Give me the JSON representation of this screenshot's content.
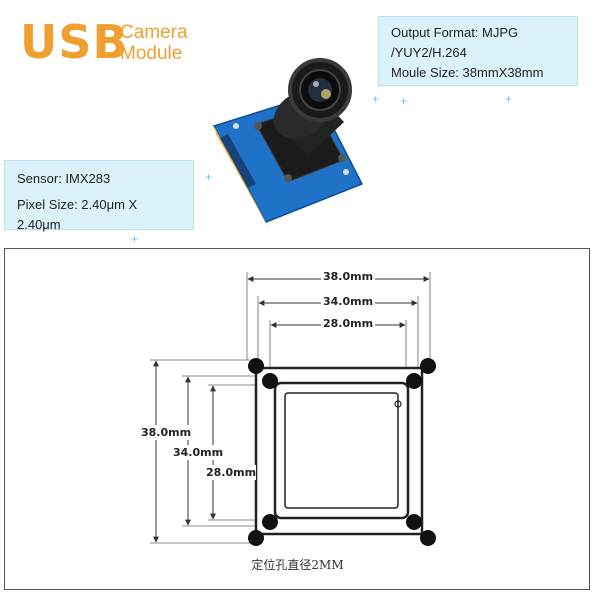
{
  "header": {
    "logo_main": "USB",
    "logo_sub_line1": "Camera",
    "logo_sub_line2": "Module"
  },
  "specs_right": {
    "line1": "Output Format: MJPG",
    "line2": "/YUY2/H.264",
    "line3": "Moule Size: 38mmX38mm"
  },
  "specs_left": {
    "line1": "Sensor: IMX283",
    "line2": "Pixel Size: 2.40μm X 2.40μm"
  },
  "drawing": {
    "dim_top_outer": "38.0mm",
    "dim_top_mid": "34.0mm",
    "dim_top_inner": "28.0mm",
    "dim_left_outer": "38.0mm",
    "dim_left_mid": "34.0mm",
    "dim_left_inner": "28.0mm",
    "caption": "定位孔直径2MM"
  },
  "colors": {
    "accent": "#f0a030",
    "panel": "#d6f0fa",
    "pcb_blue": "#1e73c8"
  }
}
